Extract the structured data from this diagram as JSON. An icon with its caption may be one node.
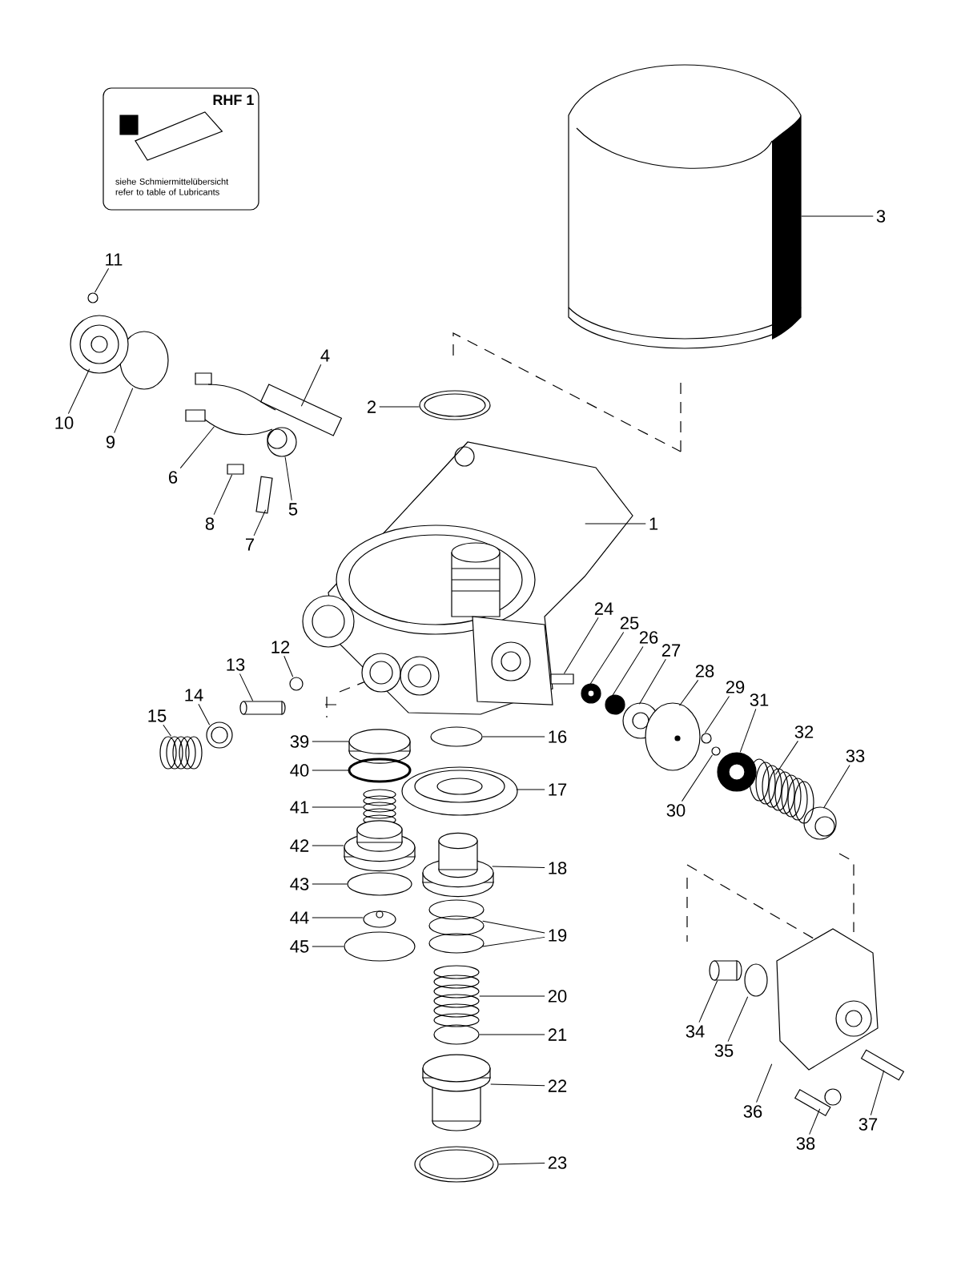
{
  "diagram": {
    "nodes": [
      {
        "text": [
          "RHF 1",
          "siehe Schmiermittelübersicht refer to table of Lubricants"
        ]
      },
      {
        "text": [
          "1"
        ]
      },
      {
        "text": [
          "2"
        ]
      },
      {
        "text": [
          "3"
        ]
      },
      {
        "text": [
          "4"
        ]
      },
      {
        "text": [
          "5"
        ]
      },
      {
        "text": [
          "6"
        ]
      },
      {
        "text": [
          "7"
        ]
      },
      {
        "text": [
          "8"
        ]
      },
      {
        "text": [
          "9"
        ]
      },
      {
        "text": [
          "10"
        ]
      },
      {
        "text": [
          "11"
        ]
      },
      {
        "text": [
          "12"
        ]
      },
      {
        "text": [
          "13"
        ]
      },
      {
        "text": [
          "14"
        ]
      },
      {
        "text": [
          "15"
        ]
      },
      {
        "text": [
          "16"
        ]
      },
      {
        "text": [
          "17"
        ]
      },
      {
        "text": [
          "18"
        ]
      },
      {
        "text": [
          "19"
        ]
      },
      {
        "text": [
          "20"
        ]
      },
      {
        "text": [
          "21"
        ]
      },
      {
        "text": [
          "22"
        ]
      },
      {
        "text": [
          "23"
        ]
      },
      {
        "text": [
          "24"
        ]
      },
      {
        "text": [
          "25"
        ]
      },
      {
        "text": [
          "26"
        ]
      },
      {
        "text": [
          "27"
        ]
      },
      {
        "text": [
          "28"
        ]
      },
      {
        "text": [
          "29"
        ]
      },
      {
        "text": [
          "30"
        ]
      },
      {
        "text": [
          "31"
        ]
      },
      {
        "text": [
          "32"
        ]
      },
      {
        "text": [
          "33"
        ]
      },
      {
        "text": [
          "34"
        ]
      },
      {
        "text": [
          "35"
        ]
      },
      {
        "text": [
          "36"
        ]
      },
      {
        "text": [
          "37"
        ]
      },
      {
        "text": [
          "38"
        ]
      },
      {
        "text": [
          "39"
        ]
      },
      {
        "text": [
          "40"
        ]
      },
      {
        "text": [
          "41"
        ]
      },
      {
        "text": [
          "42"
        ]
      },
      {
        "text": [
          "43"
        ]
      },
      {
        "text": [
          "44"
        ]
      },
      {
        "text": [
          "45"
        ]
      },
      {
        "text": [],
        "shape": "picture"
      },
      {
        "text": [],
        "shape": "circle"
      },
      {
        "text": [],
        "shape": "picture"
      },
      {
        "text": [],
        "shape": "box"
      },
      {
        "text": [],
        "shape": "circle"
      },
      {
        "text": [],
        "shape": "picture"
      },
      {
        "text": [],
        "shape": "box"
      },
      {
        "text": [],
        "shape": "box"
      },
      {
        "text": [],
        "shape": "circle"
      },
      {
        "text": [],
        "shape": "circle"
      },
      {
        "text": [],
        "shape": "circle"
      },
      {
        "text": [],
        "shape": "circle"
      },
      {
        "text": [],
        "shape": "cylinder"
      },
      {
        "text": [],
        "shape": "circle"
      },
      {
        "text": [],
        "shape": "picture"
      },
      {
        "text": [],
        "shape": "circle"
      },
      {
        "text": [],
        "shape": "circle"
      },
      {
        "text": [],
        "shape": "cylinder"
      },
      {
        "text": [],
        "shape": "circle"
      },
      {
        "text": [],
        "shape": "circle"
      },
      {
        "text": [],
        "shape": "picture"
      },
      {
        "text": [],
        "shape": "circle"
      },
      {
        "text": [],
        "shape": "cylinder"
      },
      {
        "text": [],
        "shape": "circle"
      },
      {
        "text": [],
        "shape": "box"
      },
      {
        "text": [],
        "shape": "circle"
      },
      {
        "text": [],
        "shape": "circle"
      },
      {
        "text": [],
        "shape": "circle"
      },
      {
        "text": [],
        "shape": "circle"
      },
      {
        "text": [],
        "shape": "circle"
      },
      {
        "text": [],
        "shape": "circle"
      },
      {
        "text": [],
        "shape": "circle"
      },
      {
        "text": [],
        "shape": "picture"
      },
      {
        "text": [],
        "shape": "circle"
      },
      {
        "text": [],
        "shape": "cylinder"
      },
      {
        "text": [],
        "shape": "circle"
      },
      {
        "text": [],
        "shape": "picture"
      },
      {
        "text": [],
        "shape": "box"
      },
      {
        "text": [],
        "shape": "picture"
      },
      {
        "text": [],
        "shape": "cylinder"
      },
      {
        "text": [],
        "shape": "circle"
      },
      {
        "text": [],
        "shape": "picture"
      },
      {
        "text": [],
        "shape": "cylinder"
      },
      {
        "text": [],
        "shape": "circle"
      },
      {
        "text": [],
        "shape": "circle"
      },
      {
        "text": [],
        "shape": "circle"
      }
    ],
    "edges": [
      {
        "from": 1,
        "to": 46,
        "arrow": "none"
      },
      {
        "from": 2,
        "to": 47,
        "arrow": "none"
      },
      {
        "from": 3,
        "to": 48,
        "arrow": "none"
      },
      {
        "from": 4,
        "to": 49,
        "arrow": "none"
      },
      {
        "from": 5,
        "to": 50,
        "arrow": "none"
      },
      {
        "from": 6,
        "to": 51,
        "arrow": "none"
      },
      {
        "from": 7,
        "to": 52,
        "arrow": "none"
      },
      {
        "from": 8,
        "to": 53,
        "arrow": "none"
      },
      {
        "from": 9,
        "to": 54,
        "arrow": "none"
      },
      {
        "from": 10,
        "to": 55,
        "arrow": "none"
      },
      {
        "from": 11,
        "to": 56,
        "arrow": "none"
      },
      {
        "from": 12,
        "to": 57,
        "arrow": "none"
      },
      {
        "from": 13,
        "to": 58,
        "arrow": "none"
      },
      {
        "from": 14,
        "to": 59,
        "arrow": "none"
      },
      {
        "from": 15,
        "to": 60,
        "arrow": "none"
      },
      {
        "from": 16,
        "to": 61,
        "arrow": "none"
      },
      {
        "from": 17,
        "to": 62,
        "arrow": "none"
      },
      {
        "from": 18,
        "to": 63,
        "arrow": "none"
      },
      {
        "from": 19,
        "to": 64,
        "arrow": "none"
      },
      {
        "from": 19,
        "to": 65,
        "arrow": "none"
      },
      {
        "from": 20,
        "to": 66,
        "arrow": "none"
      },
      {
        "from": 21,
        "to": 67,
        "arrow": "none"
      },
      {
        "from": 22,
        "to": 68,
        "arrow": "none"
      },
      {
        "from": 23,
        "to": 69,
        "arrow": "none"
      },
      {
        "from": 24,
        "to": 70,
        "arrow": "none"
      },
      {
        "from": 25,
        "to": 71,
        "arrow": "none"
      },
      {
        "from": 26,
        "to": 72,
        "arrow": "none"
      },
      {
        "from": 27,
        "to": 73,
        "arrow": "none"
      },
      {
        "from": 28,
        "to": 74,
        "arrow": "none"
      },
      {
        "from": 29,
        "to": 75,
        "arrow": "none"
      },
      {
        "from": 30,
        "to": 76,
        "arrow": "none"
      },
      {
        "from": 31,
        "to": 77,
        "arrow": "none"
      },
      {
        "from": 32,
        "to": 78,
        "arrow": "none"
      },
      {
        "from": 33,
        "to": 79,
        "arrow": "none"
      },
      {
        "from": 34,
        "to": 80,
        "arrow": "none"
      },
      {
        "from": 35,
        "to": 81,
        "arrow": "none"
      },
      {
        "from": 36,
        "to": 82,
        "arrow": "none"
      },
      {
        "from": 37,
        "to": 83,
        "arrow": "none"
      },
      {
        "from": 38,
        "to": 84,
        "arrow": "none"
      },
      {
        "from": 39,
        "to": 85,
        "arrow": "none"
      },
      {
        "from": 40,
        "to": 86,
        "arrow": "none"
      },
      {
        "from": 41,
        "to": 87,
        "arrow": "none"
      },
      {
        "from": 42,
        "to": 88,
        "arrow": "none"
      },
      {
        "from": 43,
        "to": 89,
        "arrow": "none"
      },
      {
        "from": 44,
        "to": 90,
        "arrow": "none"
      },
      {
        "from": 45,
        "to": 91,
        "arrow": "none"
      }
    ]
  }
}
